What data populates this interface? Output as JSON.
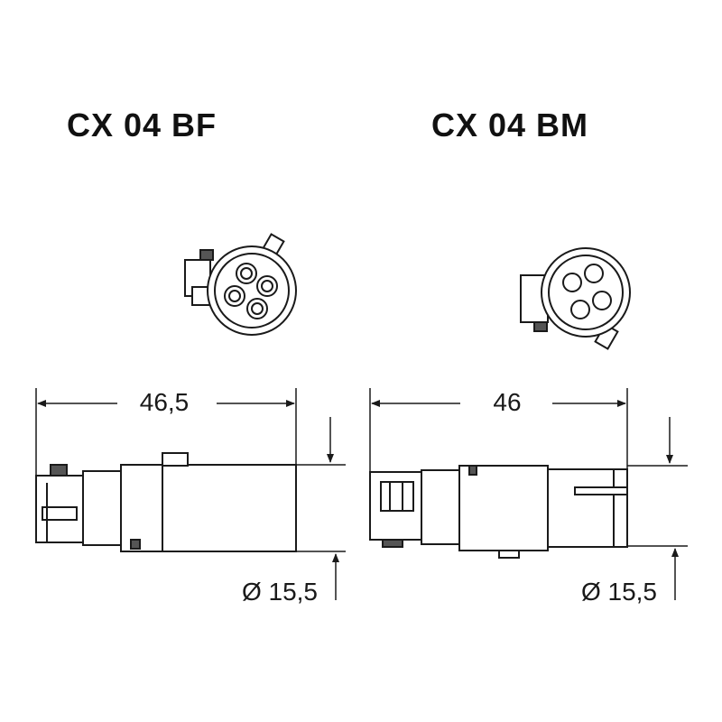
{
  "connectors": [
    {
      "model": "CX 04 BF",
      "length": "46,5",
      "diameter": "Ø 15,5"
    },
    {
      "model": "CX 04 BM",
      "length": "46",
      "diameter": "Ø 15,5"
    }
  ],
  "colors": {
    "line": "#1a1a1a",
    "background": "#ffffff"
  }
}
